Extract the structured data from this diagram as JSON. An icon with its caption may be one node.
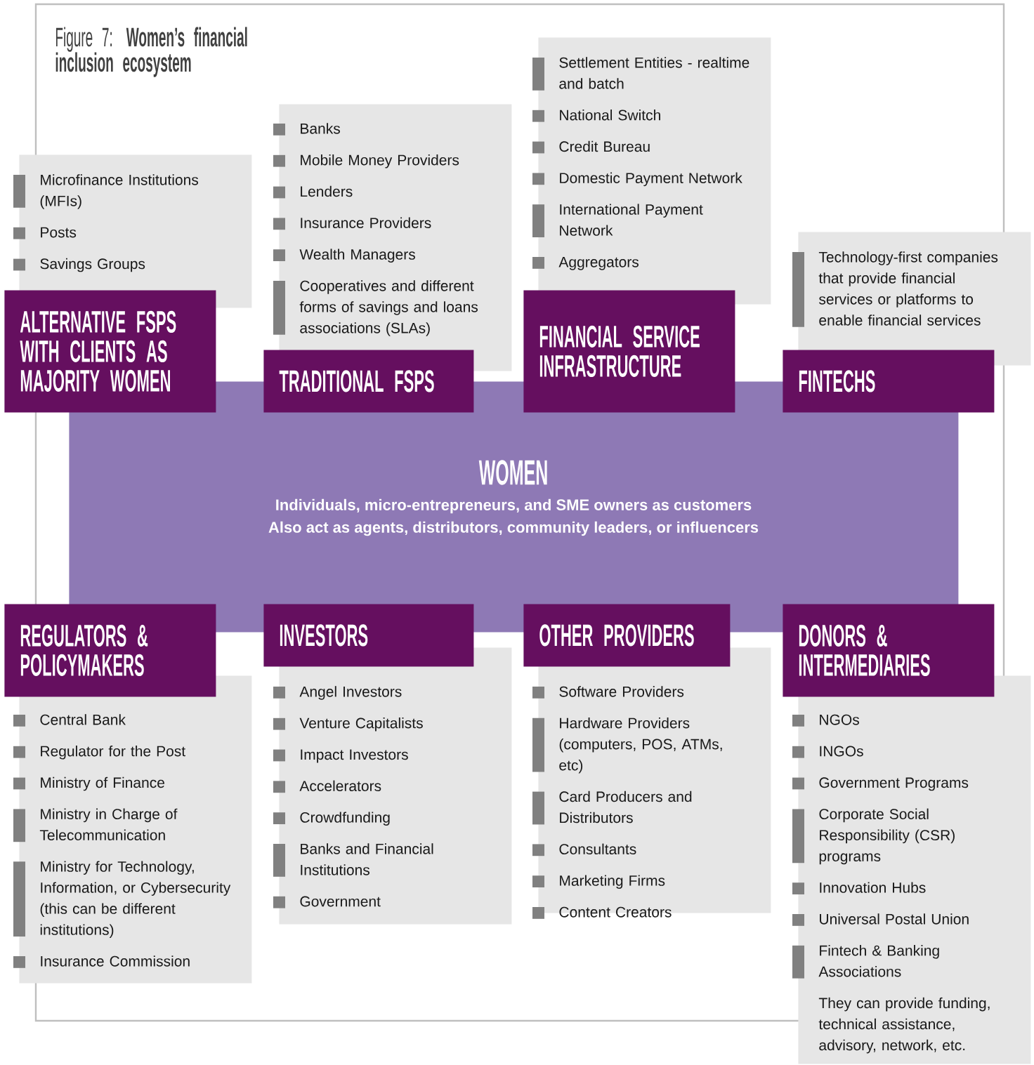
{
  "diagram": {
    "title": "Figure 7: **Women’s financial inclusion ecosystem**",
    "nodes": [
      {
        "text": [
          "Microfinance Institutions (MFIs)",
          "Posts",
          "Savings Groups"
        ]
      },
      {
        "text": [
          "ALTERNATIVE FSPS WITH CLIENTS AS MAJORITY WOMEN"
        ]
      },
      {
        "text": [
          "Banks",
          "Mobile Money Providers",
          "Lenders",
          "Insurance Providers",
          "Wealth Managers",
          "Cooperatives and different forms of savings and loans associations (SLAs)"
        ]
      },
      {
        "text": [
          "TRADITIONAL FSPS"
        ]
      },
      {
        "text": [
          "Settlement Entities - realtime and batch",
          "National Switch",
          "Credit Bureau",
          "Domestic Payment Network",
          "International Payment Network",
          "Aggregators"
        ]
      },
      {
        "text": [
          "FINANCIAL SERVICE INFRASTRUCTURE"
        ]
      },
      {
        "text": [
          "Technology-first companies that provide financial services or platforms to enable financial services"
        ]
      },
      {
        "text": [
          "FINTECHS"
        ]
      },
      {
        "text": [
          "WOMEN",
          "Individuals, micro-entrepreneurs, and SME owners as customers",
          "Also act as agents, distributors, community leaders, or influencers"
        ]
      },
      {
        "text": [
          "REGULATORS & POLICYMAKERS"
        ]
      },
      {
        "text": [
          "Central Bank",
          "Regulator for the Post",
          "Ministry of Finance",
          "Ministry in Charge of Telecommunication",
          "Ministry for Technology, Information, or Cybersecurity (this can be different institutions)",
          "Insurance Commission"
        ]
      },
      {
        "text": [
          "INVESTORS"
        ]
      },
      {
        "text": [
          "Angel Investors",
          "Venture Capitalists",
          "Impact Investors",
          "Accelerators",
          "Crowdfunding",
          "Banks and Financial Institutions",
          "Government"
        ]
      },
      {
        "text": [
          "OTHER PROVIDERS"
        ]
      },
      {
        "text": [
          "Software Providers",
          "Hardware Providers (computers, POS, ATMs, etc)",
          "Card Producers and Distributors",
          "Consultants",
          "Marketing Firms",
          "Content Creators"
        ]
      },
      {
        "text": [
          "DONORS & INTERMEDIARIES"
        ]
      },
      {
        "text": [
          "NGOs",
          "INGOs",
          "Government Programs",
          "Corporate Social Responsibility (CSR) programs",
          "Innovation Hubs",
          "Universal Postal Union",
          "Fintech & Banking Associations",
          "They can provide funding, technical assistance, advisory, network, etc."
        ]
      }
    ]
  }
}
